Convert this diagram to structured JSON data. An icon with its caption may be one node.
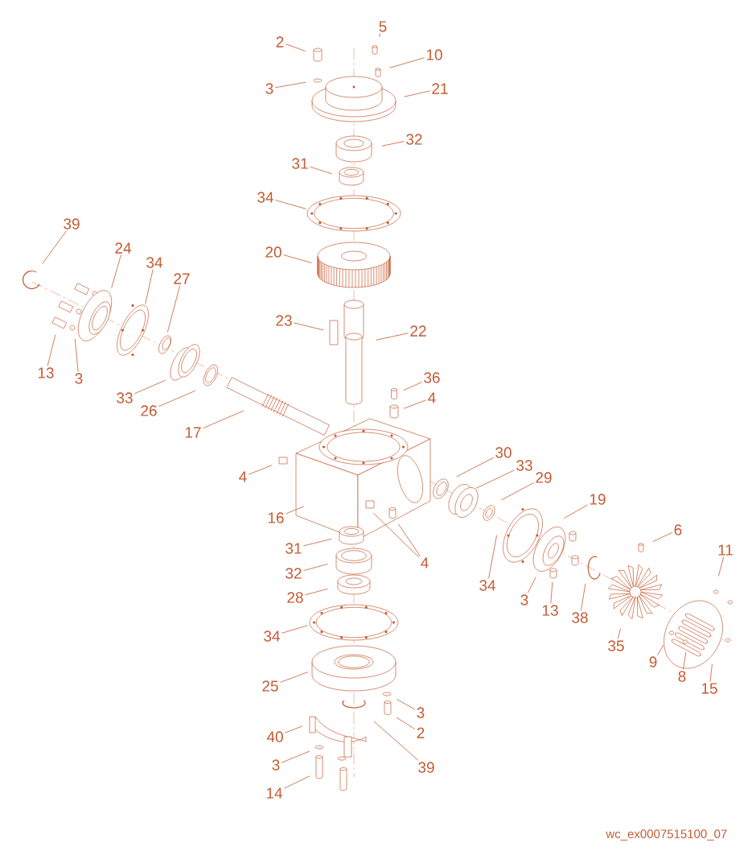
{
  "diagram": {
    "nodes": [
      {
        "text": [
          "2"
        ]
      },
      {
        "text": [
          "5"
        ]
      },
      {
        "text": [
          "10"
        ]
      },
      {
        "text": [
          "3"
        ]
      },
      {
        "text": [
          "21"
        ]
      },
      {
        "text": [
          "32"
        ]
      },
      {
        "text": [
          "31"
        ]
      },
      {
        "text": [
          "34"
        ]
      },
      {
        "text": [
          "39"
        ]
      },
      {
        "text": [
          "24"
        ]
      },
      {
        "text": [
          "20"
        ]
      },
      {
        "text": [
          "34"
        ]
      },
      {
        "text": [
          "27"
        ]
      },
      {
        "text": [
          "23"
        ]
      },
      {
        "text": [
          "22"
        ]
      },
      {
        "text": [
          "13"
        ]
      },
      {
        "text": [
          "3"
        ]
      },
      {
        "text": [
          "36"
        ]
      },
      {
        "text": [
          "33"
        ]
      },
      {
        "text": [
          "4"
        ]
      },
      {
        "text": [
          "26"
        ]
      },
      {
        "text": [
          "17"
        ]
      },
      {
        "text": [
          "30"
        ]
      },
      {
        "text": [
          "33"
        ]
      },
      {
        "text": [
          "4"
        ]
      },
      {
        "text": [
          "29"
        ]
      },
      {
        "text": [
          "19"
        ]
      },
      {
        "text": [
          "16"
        ]
      },
      {
        "text": [
          "6"
        ]
      },
      {
        "text": [
          "31"
        ]
      },
      {
        "text": [
          "11"
        ]
      },
      {
        "text": [
          "4"
        ]
      },
      {
        "text": [
          "32"
        ]
      },
      {
        "text": [
          "34"
        ]
      },
      {
        "text": [
          "3"
        ]
      },
      {
        "text": [
          "28"
        ]
      },
      {
        "text": [
          "13"
        ]
      },
      {
        "text": [
          "38"
        ]
      },
      {
        "text": [
          "34"
        ]
      },
      {
        "text": [
          "35"
        ]
      },
      {
        "text": [
          "9"
        ]
      },
      {
        "text": [
          "8"
        ]
      },
      {
        "text": [
          "25"
        ]
      },
      {
        "text": [
          "15"
        ]
      },
      {
        "text": [
          "3"
        ]
      },
      {
        "text": [
          "2"
        ]
      },
      {
        "text": [
          "40"
        ]
      },
      {
        "text": [
          "39"
        ]
      },
      {
        "text": [
          "3"
        ]
      },
      {
        "text": [
          "14"
        ]
      }
    ],
    "edges": [
      {
        "from": 0,
        "to": null,
        "arrow": "none"
      },
      {
        "from": 1,
        "to": null,
        "arrow": "none"
      },
      {
        "from": 2,
        "to": null,
        "arrow": "none"
      },
      {
        "from": 3,
        "to": null,
        "arrow": "none"
      },
      {
        "from": 4,
        "to": null,
        "arrow": "none"
      },
      {
        "from": 5,
        "to": null,
        "arrow": "none"
      },
      {
        "from": 6,
        "to": null,
        "arrow": "none"
      },
      {
        "from": 7,
        "to": null,
        "arrow": "none"
      },
      {
        "from": 8,
        "to": null,
        "arrow": "none"
      },
      {
        "from": 9,
        "to": null,
        "arrow": "none"
      },
      {
        "from": 10,
        "to": null,
        "arrow": "none"
      },
      {
        "from": 11,
        "to": null,
        "arrow": "none"
      },
      {
        "from": 12,
        "to": null,
        "arrow": "none"
      },
      {
        "from": 13,
        "to": null,
        "arrow": "none"
      },
      {
        "from": 14,
        "to": null,
        "arrow": "none"
      },
      {
        "from": 15,
        "to": null,
        "arrow": "none"
      },
      {
        "from": 16,
        "to": null,
        "arrow": "none"
      },
      {
        "from": 17,
        "to": null,
        "arrow": "none"
      },
      {
        "from": 18,
        "to": null,
        "arrow": "none"
      },
      {
        "from": 19,
        "to": null,
        "arrow": "none"
      },
      {
        "from": 20,
        "to": null,
        "arrow": "none"
      },
      {
        "from": 21,
        "to": null,
        "arrow": "none"
      },
      {
        "from": 22,
        "to": null,
        "arrow": "none"
      },
      {
        "from": 23,
        "to": null,
        "arrow": "none"
      },
      {
        "from": 24,
        "to": null,
        "arrow": "none"
      },
      {
        "from": 25,
        "to": null,
        "arrow": "none"
      },
      {
        "from": 26,
        "to": null,
        "arrow": "none"
      },
      {
        "from": 27,
        "to": null,
        "arrow": "none"
      },
      {
        "from": 28,
        "to": null,
        "arrow": "none"
      },
      {
        "from": 29,
        "to": null,
        "arrow": "none"
      },
      {
        "from": 30,
        "to": null,
        "arrow": "none"
      },
      {
        "from": 31,
        "to": null,
        "arrow": "none"
      },
      {
        "from": 32,
        "to": null,
        "arrow": "none"
      },
      {
        "from": 33,
        "to": null,
        "arrow": "none"
      },
      {
        "from": 34,
        "to": null,
        "arrow": "none"
      },
      {
        "from": 35,
        "to": null,
        "arrow": "none"
      },
      {
        "from": 36,
        "to": null,
        "arrow": "none"
      },
      {
        "from": 37,
        "to": null,
        "arrow": "none"
      },
      {
        "from": 38,
        "to": null,
        "arrow": "none"
      },
      {
        "from": 39,
        "to": null,
        "arrow": "none"
      },
      {
        "from": 40,
        "to": null,
        "arrow": "none"
      },
      {
        "from": 41,
        "to": null,
        "arrow": "none"
      },
      {
        "from": 42,
        "to": null,
        "arrow": "none"
      },
      {
        "from": 43,
        "to": null,
        "arrow": "none"
      },
      {
        "from": 44,
        "to": null,
        "arrow": "none"
      },
      {
        "from": 45,
        "to": null,
        "arrow": "none"
      },
      {
        "from": 46,
        "to": null,
        "arrow": "none"
      },
      {
        "from": 47,
        "to": null,
        "arrow": "none"
      },
      {
        "from": 48,
        "to": null,
        "arrow": "none"
      },
      {
        "from": 49,
        "to": null,
        "arrow": "none"
      },
      {
        "from": 31,
        "to": null,
        "arrow": "none"
      }
    ],
    "labels": [
      "wc_ex0007515100_07"
    ]
  }
}
